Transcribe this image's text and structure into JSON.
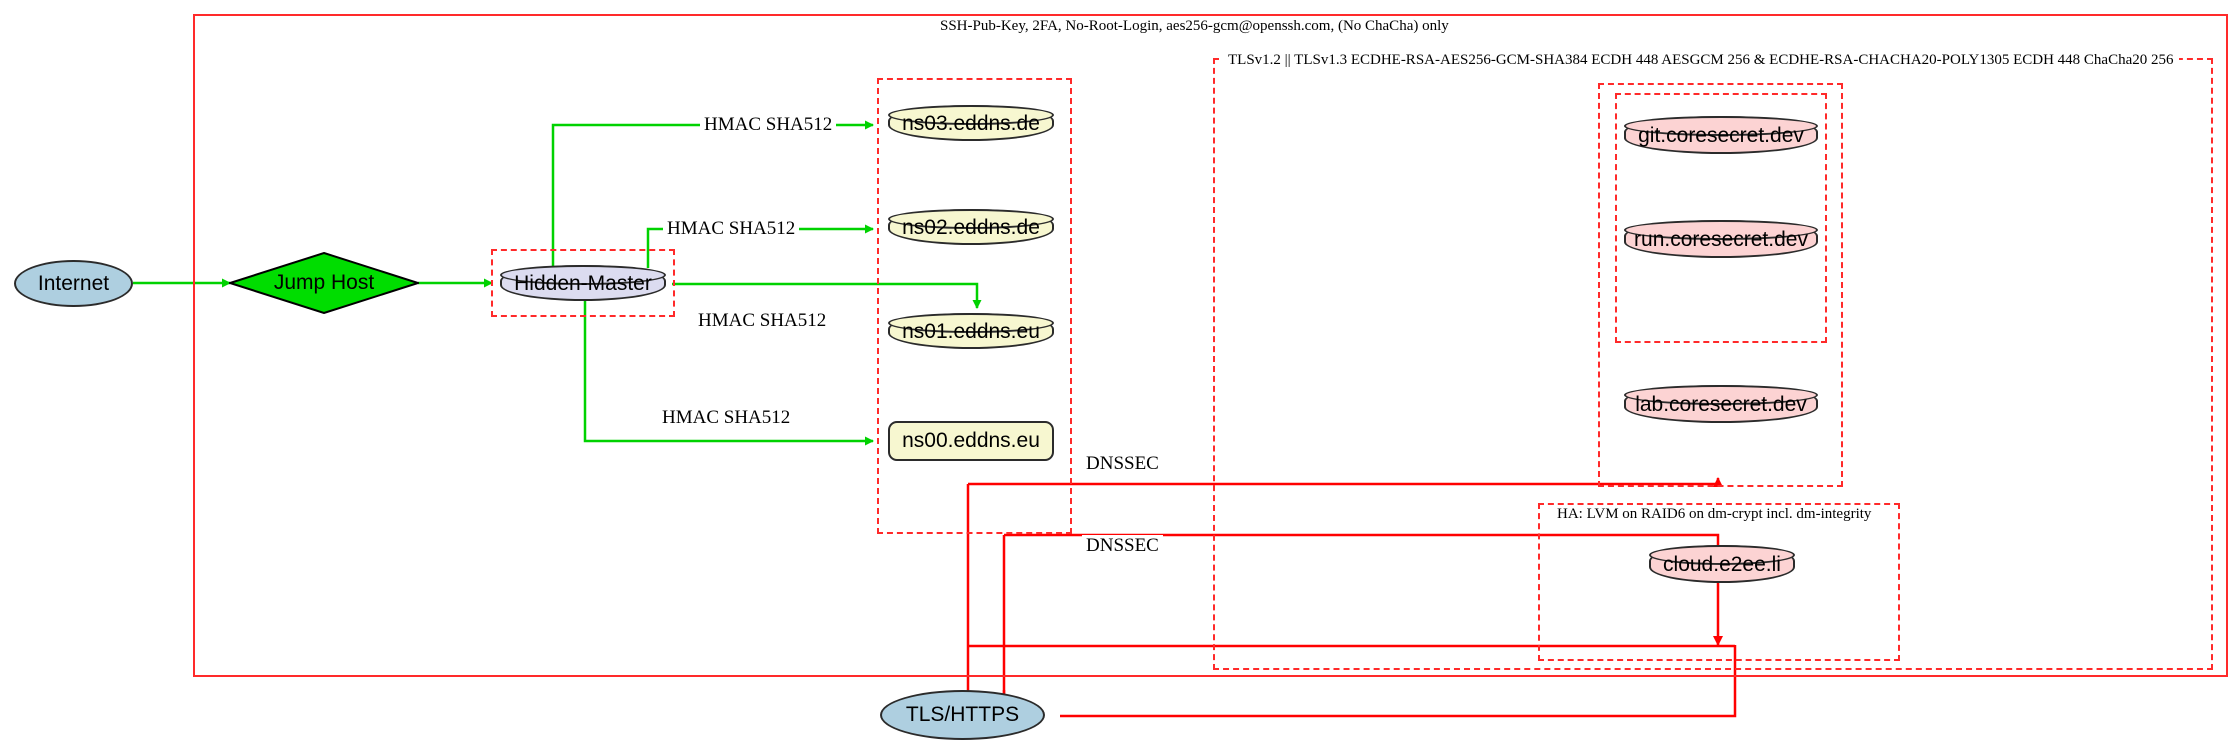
{
  "diagram": {
    "title": "SSH-Pub-Key, 2FA, No-Root-Login, aes256-gcm@openssh.com, (No ChaCha) only",
    "colors": {
      "cluster_border": "#ff2a2a",
      "green_edge": "#00d200",
      "red_edge": "#ff0000",
      "ellipse_fill": "#aecfe0",
      "diamond_fill": "#00dd00",
      "hidden_master_fill": "#dcdcf0",
      "dns_fill": "#f7f7d0",
      "app_fill": "#fcd3d3"
    }
  },
  "clusters": {
    "outer_ssh": {
      "label": "SSH-Pub-Key, 2FA, No-Root-Login, aes256-gcm@openssh.com, (No ChaCha) only"
    },
    "tls": {
      "label": "TLSv1.2 || TLSv1.3 ECDHE-RSA-AES256-GCM-SHA384 ECDH 448 AESGCM 256 & ECDHE-RSA-CHACHA20-POLY1305 ECDH 448 ChaCha20 256"
    },
    "ha": {
      "label": "HA: LVM on RAID6 on dm-crypt incl. dm-integrity"
    }
  },
  "nodes": {
    "internet": {
      "label": "Internet",
      "shape": "ellipse"
    },
    "jump_host": {
      "label": "Jump Host",
      "shape": "diamond"
    },
    "hidden_master": {
      "label": "Hidden-Master",
      "shape": "cylinder"
    },
    "tls_https": {
      "label": "TLS/HTTPS",
      "shape": "ellipse"
    },
    "dns": [
      {
        "label": "ns03.eddns.de",
        "shape": "cylinder"
      },
      {
        "label": "ns02.eddns.de",
        "shape": "cylinder"
      },
      {
        "label": "ns01.eddns.eu",
        "shape": "cylinder"
      },
      {
        "label": "ns00.eddns.eu",
        "shape": "rounded-box"
      }
    ],
    "apps": [
      {
        "label": "git.coresecret.dev",
        "shape": "cylinder"
      },
      {
        "label": "run.coresecret.dev",
        "shape": "cylinder"
      },
      {
        "label": "lab.coresecret.dev",
        "shape": "cylinder"
      }
    ],
    "cloud": {
      "label": "cloud.e2ee.li",
      "shape": "cylinder"
    }
  },
  "edge_labels": {
    "hmac": [
      "HMAC SHA512",
      "HMAC SHA512",
      "HMAC SHA512",
      "HMAC SHA512"
    ],
    "dnssec": [
      "DNSSEC",
      "DNSSEC"
    ]
  }
}
